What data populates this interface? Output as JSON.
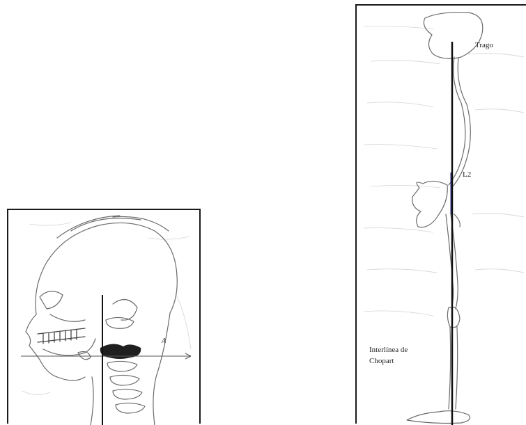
{
  "figure_left": {
    "axis_label": "A"
  },
  "figure_right": {
    "label_tragus": "Trago",
    "label_lumbar": "L2",
    "label_chopart_line1": "Interlínea de",
    "label_chopart_line2": "Chopart"
  },
  "colors": {
    "frame": "#1a1a1a",
    "plumb_line": "#111111",
    "sketch": "#6a6a6a",
    "highlight_blue": "#2b2f8a"
  }
}
